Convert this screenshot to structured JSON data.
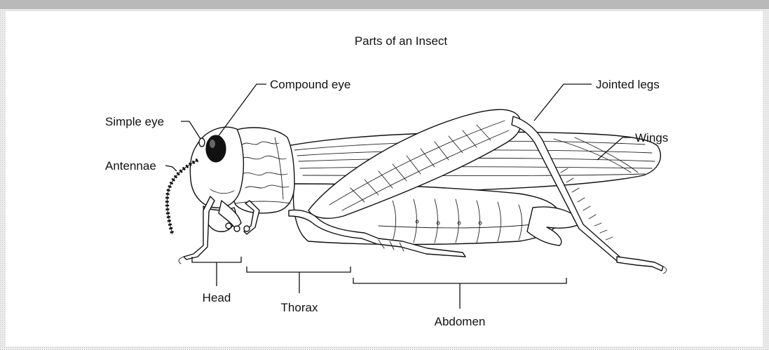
{
  "diagram": {
    "title": "Parts of an Insect",
    "labels": {
      "compound_eye": "Compound eye",
      "simple_eye": "Simple eye",
      "antennae": "Antennae",
      "jointed_legs": "Jointed legs",
      "wings": "Wings",
      "head": "Head",
      "thorax": "Thorax",
      "abdomen": "Abdomen"
    }
  },
  "colors": {
    "page_background": "#eeeeee",
    "panel_background": "#ffffff",
    "top_strip": "#bdbdbd",
    "ink": "#111111"
  }
}
